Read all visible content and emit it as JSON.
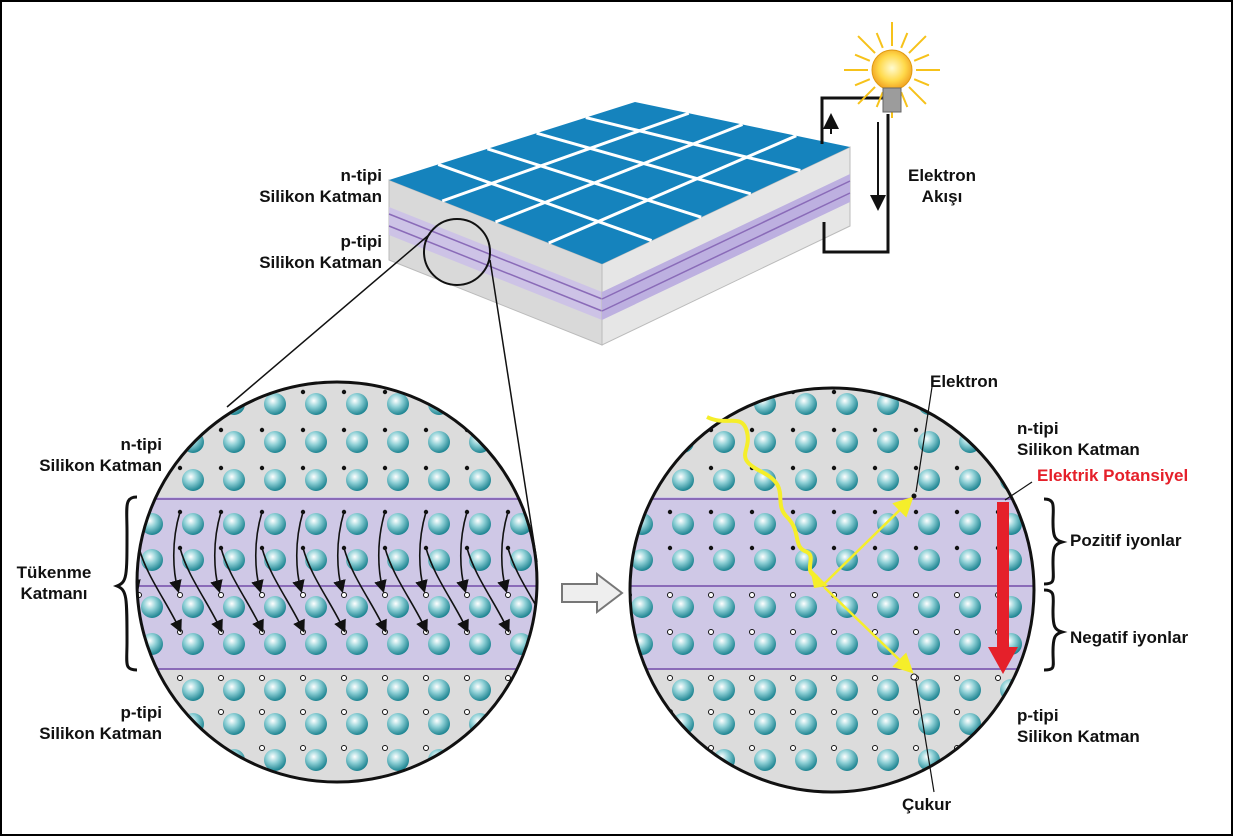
{
  "panel_labels": {
    "n_type_line1": "n-tipi",
    "n_type_line2": "Silikon Katman",
    "p_type_line1": "p-tipi",
    "p_type_line2": "Silikon Katman",
    "electron_flow_line1": "Elektron",
    "electron_flow_line2": "Akışı"
  },
  "left_circle_labels": {
    "n_type_line1": "n-tipi",
    "n_type_line2": "Silikon Katman",
    "depletion_line1": "Tükenme",
    "depletion_line2": "Katmanı",
    "p_type_line1": "p-tipi",
    "p_type_line2": "Silikon Katman"
  },
  "right_circle_labels": {
    "electron": "Elektron",
    "n_type_line1": "n-tipi",
    "n_type_line2": "Silikon Katman",
    "electric_potential": "Elektrik Potansiyel",
    "positive_ions": "Pozitif iyonlar",
    "negative_ions": "Negatif iyonlar",
    "p_type_line1": "p-tipi",
    "p_type_line2": "Silikon Katman",
    "hole": "Çukur"
  },
  "colors": {
    "panel_blue": "#1583bd",
    "silicon_gray": "#dcdcdc",
    "depletion_purple": "#cfc8e6",
    "atom_teal": "#3a9ea8",
    "photon_yellow": "#f5ee2a",
    "potential_red": "#e5202a"
  }
}
